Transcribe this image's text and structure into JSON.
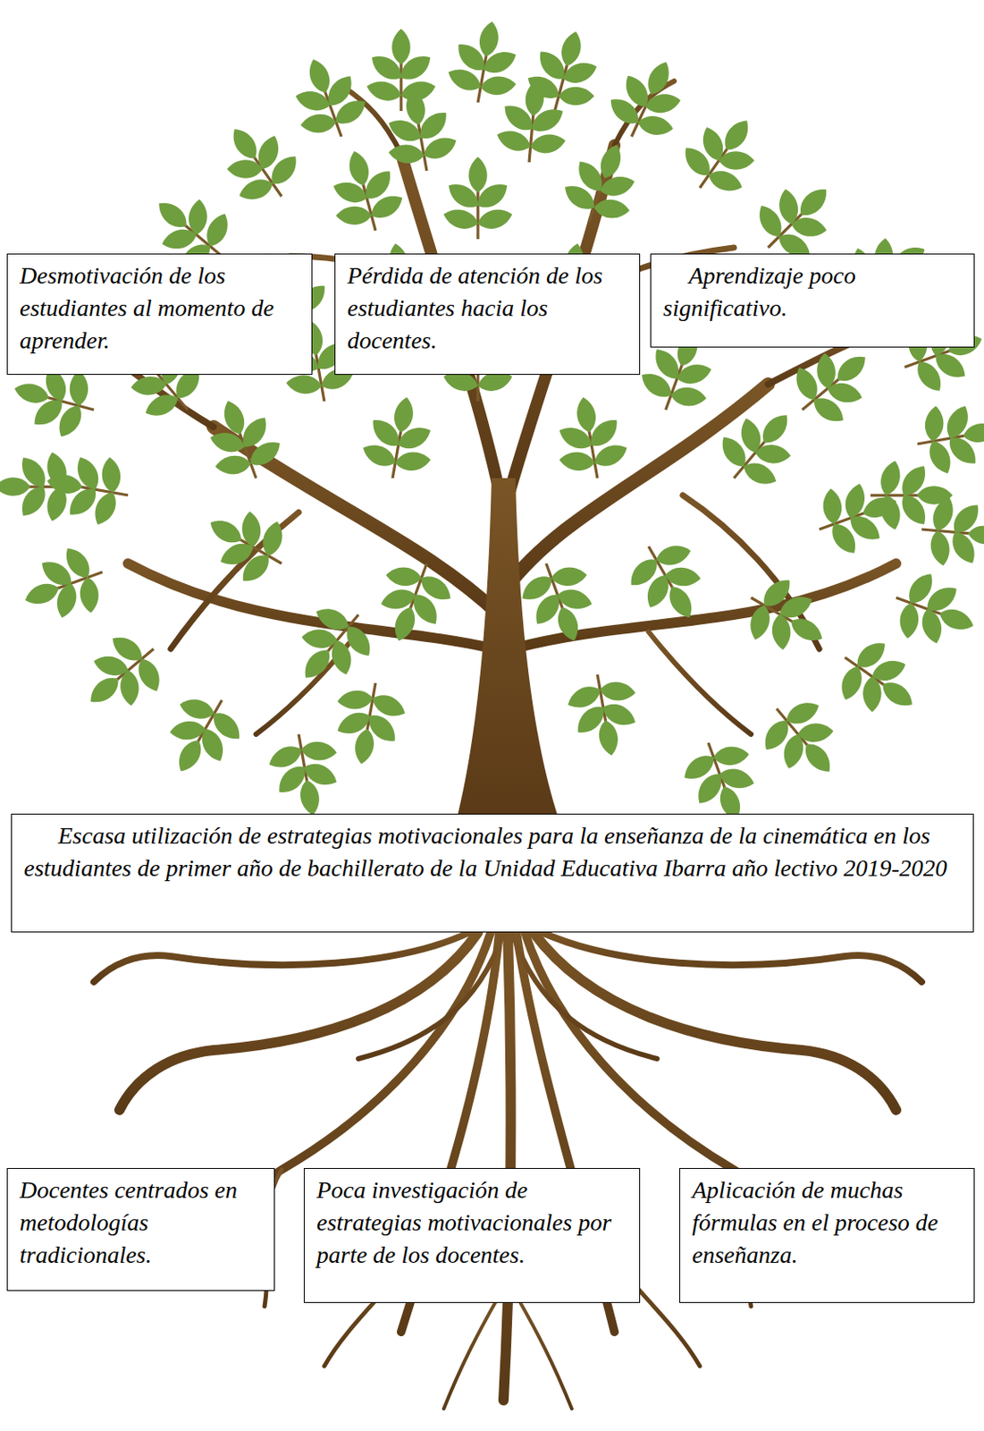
{
  "diagram": {
    "nodes": [
      {
        "text": [
          "Desmotivación de los estudiantes al momento de aprender."
        ]
      },
      {
        "text": [
          "Pérdida de atención de los estudiantes hacia los docentes."
        ]
      },
      {
        "text": [
          "Aprendizaje poco significativo."
        ]
      },
      {
        "text": [
          "Escasa utilización de estrategias motivacionales para la enseñanza de la cinemática en los estudiantes de primer año de bachillerato de la Unidad Educativa Ibarra año lectivo 2019-2020"
        ]
      },
      {
        "text": [
          "Docentes centrados en metodologías tradicionales."
        ]
      },
      {
        "text": [
          "Poca investigación de estrategias motivacionales por parte de los docentes."
        ]
      },
      {
        "text": [
          "Aplicación de muchas fórmulas en el proceso de enseñanza."
        ]
      }
    ]
  }
}
